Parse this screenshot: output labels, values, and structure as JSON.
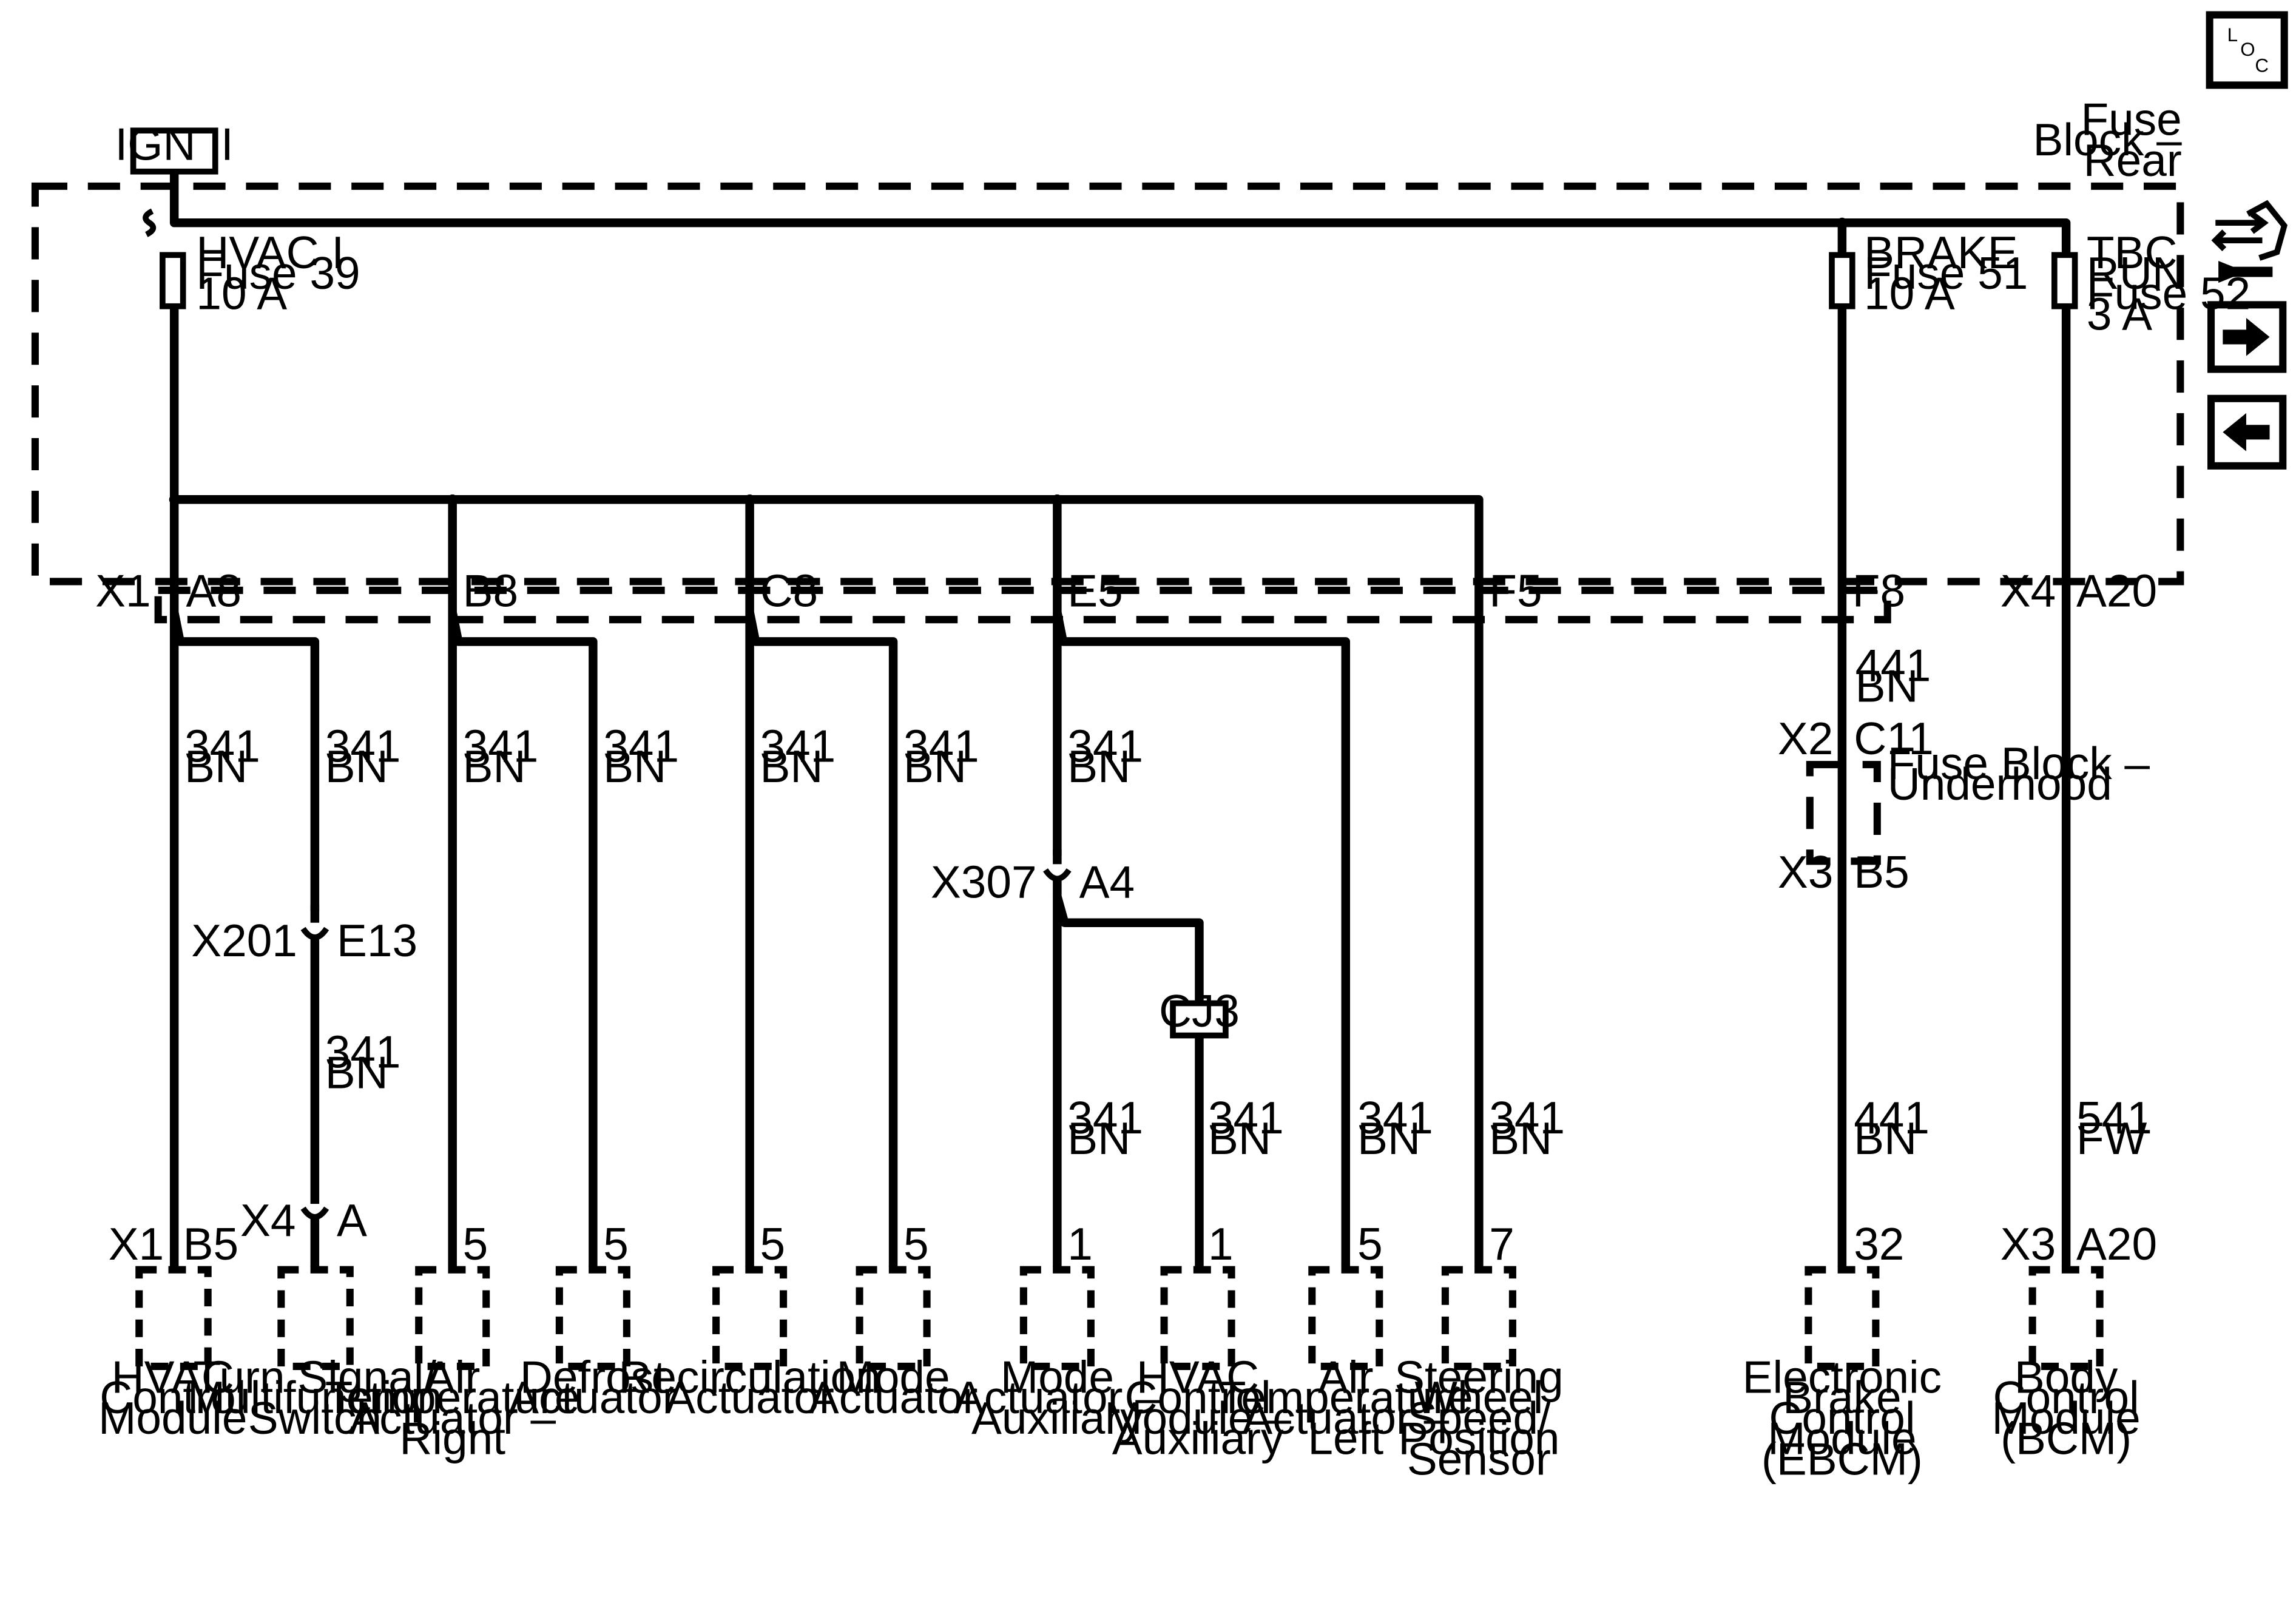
{
  "power_source": "IGN II",
  "loc": {
    "l": "L",
    "o": "O",
    "c": "C"
  },
  "fuse_block_rear": [
    "Fuse",
    "Block –",
    "Rear"
  ],
  "fuses": {
    "hvac": [
      "HVAC I",
      "Fuse 39",
      "10 A"
    ],
    "brake": [
      "BRAKE",
      "Fuse 51",
      "10 A"
    ],
    "tbc": [
      "TBC",
      "RUN",
      "Fuse 52",
      "3 A"
    ]
  },
  "connectors": {
    "x1": "X1",
    "a8": "A8",
    "b8": "B8",
    "c8": "C8",
    "e5": "E5",
    "f5": "F5",
    "f8": "F8",
    "x4": "X4",
    "a20": "A20",
    "x2": "X2",
    "c11": "C11",
    "x3": "X3",
    "b5": "B5",
    "x201": "X201",
    "e13": "E13",
    "x307": "X307",
    "a4": "A4",
    "cj3": "CJ3",
    "x4b": "X4",
    "a": "A",
    "x1b": "X1",
    "b5b": "B5",
    "x3b": "X3",
    "a20b": "A20"
  },
  "fuse_block_underhood": [
    "Fuse Block –",
    "Underhood"
  ],
  "wire_circuit_341": "341",
  "wire_circuit_441": "441",
  "wire_circuit_541": "541",
  "wire_color_bn": "BN",
  "wire_color_fw": "FW",
  "pins": {
    "p5": "5",
    "p1": "1",
    "p7": "7",
    "p32": "32"
  },
  "components": {
    "hvac_module": [
      "HVAC",
      "Control",
      "Module"
    ],
    "turn_signal": [
      "Turn Signal/",
      "Multifunction",
      "Switch"
    ],
    "air_temp_right": [
      "Air",
      "Temperature",
      "Actuator –",
      "Right"
    ],
    "defrost": [
      "Defrost",
      "Actuator"
    ],
    "recirculation": [
      "Recirculation",
      "Actuator"
    ],
    "mode": [
      "Mode",
      "Actuator"
    ],
    "mode_aux": [
      "Mode",
      "Actuator –",
      "Auxiliary"
    ],
    "hvac_aux": [
      "HVAC",
      "Control",
      "Module –",
      "Auxiliary"
    ],
    "air_temp_left": [
      "Air",
      "Temperature",
      "Actuator –",
      "Left"
    ],
    "steering": [
      "Steering",
      "Wheel",
      "Speed/",
      "Position",
      "Sensor"
    ],
    "ebcm": [
      "Electronic",
      "Brake",
      "Control",
      "Module",
      "(EBCM)"
    ],
    "bcm": [
      "Body",
      "Control",
      "Module",
      "(BCM)"
    ]
  }
}
